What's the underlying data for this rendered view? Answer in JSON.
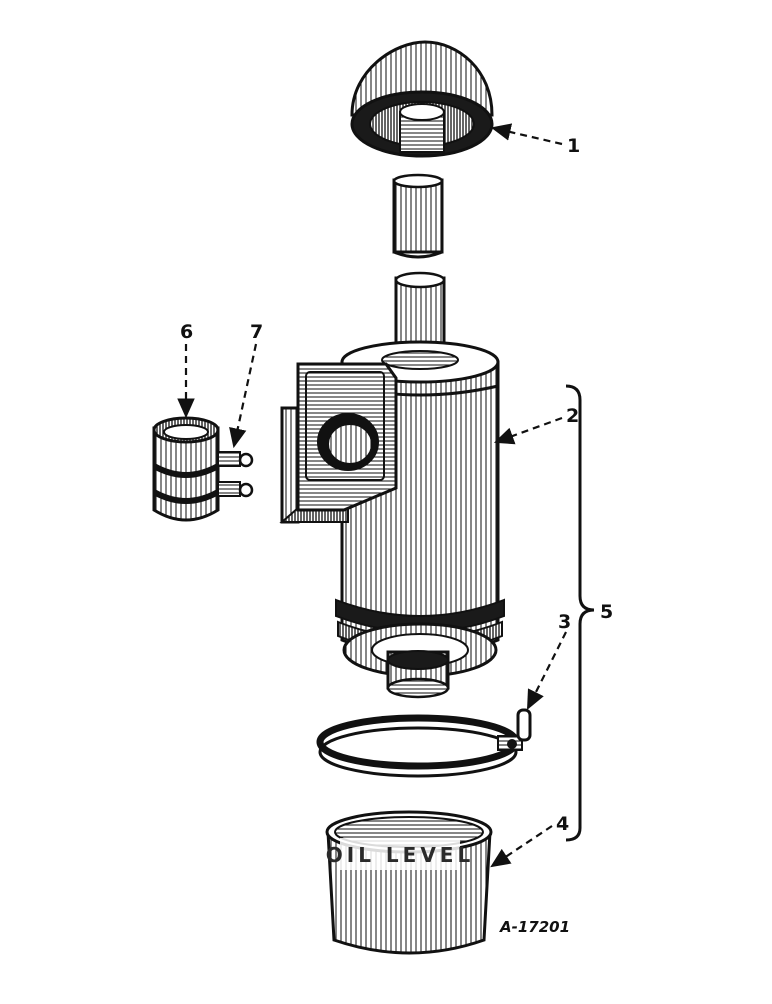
{
  "diagram": {
    "drawing_number": "A-17201",
    "pan_engraving": "OIL LEVEL",
    "callouts": [
      {
        "id": "1",
        "label": "1"
      },
      {
        "id": "2",
        "label": "2"
      },
      {
        "id": "3",
        "label": "3"
      },
      {
        "id": "4",
        "label": "4"
      },
      {
        "id": "5",
        "label": "5"
      },
      {
        "id": "6",
        "label": "6"
      },
      {
        "id": "7",
        "label": "7"
      }
    ]
  },
  "colors": {
    "ink": "#111111",
    "paper": "#ffffff"
  }
}
